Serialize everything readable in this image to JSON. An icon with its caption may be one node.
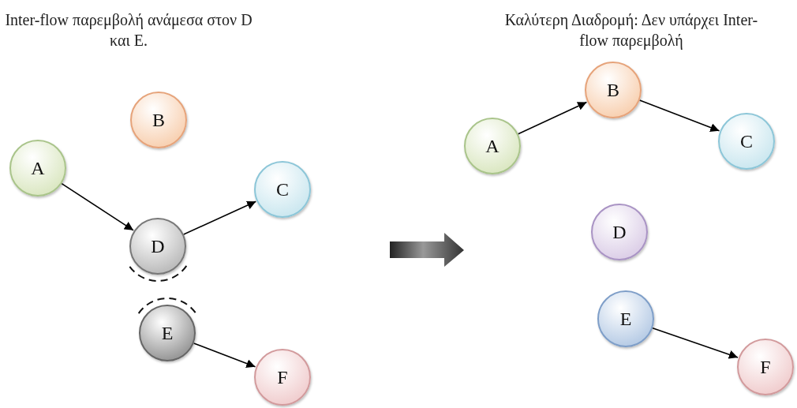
{
  "diagram": {
    "nodes": [
      {
        "text": [
          "A"
        ]
      },
      {
        "text": [
          "B"
        ]
      },
      {
        "text": [
          "C"
        ]
      },
      {
        "text": [
          "D"
        ]
      },
      {
        "text": [
          "E"
        ]
      },
      {
        "text": [
          "F"
        ]
      },
      {
        "text": [
          "A"
        ]
      },
      {
        "text": [
          "B"
        ]
      },
      {
        "text": [
          "C"
        ]
      },
      {
        "text": [
          "D"
        ]
      },
      {
        "text": [
          "E"
        ]
      },
      {
        "text": [
          "F"
        ]
      }
    ],
    "edges": [
      {
        "from": 0,
        "to": 3,
        "arrow": "to"
      },
      {
        "from": 3,
        "to": 2,
        "arrow": "to"
      },
      {
        "from": 4,
        "to": 5,
        "arrow": "to"
      },
      {
        "from": 6,
        "to": 7,
        "arrow": "to"
      },
      {
        "from": 7,
        "to": 8,
        "arrow": "to"
      },
      {
        "from": 10,
        "to": 11,
        "arrow": "to"
      }
    ],
    "labels": [
      "Inter-flow παρεμβολή ανάμεσα στον D και E.",
      "Καλύτερη Διαδρομή: Δεν υπάρχει Inter-flow παρεμβολή"
    ]
  }
}
